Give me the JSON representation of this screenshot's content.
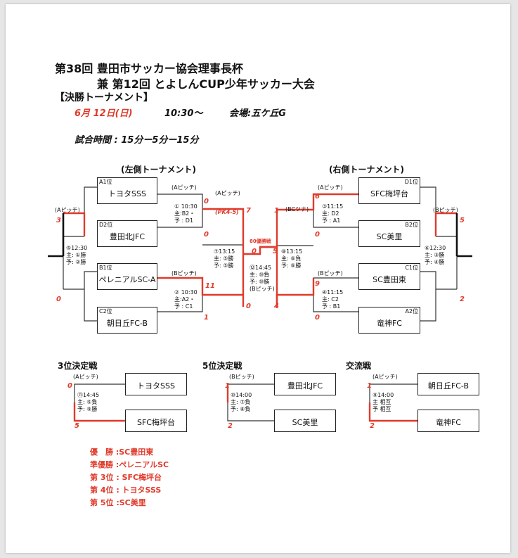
{
  "header": {
    "title_line1": "第38回 豊田市サッカー協会理事長杯",
    "title_line2": "兼 第12回 とよしんCUP少年サッカー大会",
    "section": "【決勝トーナメント】",
    "date": "6月  12日(日)",
    "time": "10:30〜",
    "venue": "会場:五ケ丘G",
    "match_time": "試合時間 : 15分ー5分ー15分"
  },
  "left": {
    "heading": "(左側トーナメント)",
    "teams": [
      {
        "pos": "A1位",
        "name": "トヨタSSS"
      },
      {
        "pos": "D2位",
        "name": "豊田北JFC"
      },
      {
        "pos": "B1位",
        "name": "ペレニアルSC-A"
      },
      {
        "pos": "C2位",
        "name": "朝日丘FC-B"
      }
    ],
    "pitch_1": "(Aピッチ)",
    "pitch_2": "(Aピッチ)",
    "pitch_3": "(Bピッチ)",
    "pitch_side": "(Aピッチ)",
    "m1": [
      "①  10:30",
      "主:B2・",
      "予 : D1"
    ],
    "m2": [
      "②  10:30",
      "主:A2・",
      "予 : C1"
    ],
    "m7": [
      "⑦13:15",
      "主: ⑤勝",
      "予: ⑤勝"
    ],
    "m5": [
      "⑤12:30",
      "主: ①勝",
      "予: ②勝"
    ],
    "pk": "(PK4-5)",
    "scores": [
      "0",
      "7",
      "0",
      "11",
      "1",
      "0",
      "3",
      "0"
    ]
  },
  "right": {
    "heading": "(右側トーナメント)",
    "teams": [
      {
        "pos": "D1位",
        "name": "SFC梅坪台"
      },
      {
        "pos": "B2位",
        "name": "SC美里"
      },
      {
        "pos": "C1位",
        "name": "SC豊田東"
      },
      {
        "pos": "A2位",
        "name": "竜神FC"
      }
    ],
    "pitch_1": "(Aピッチ)",
    "pitch_2": "(BCツナ)",
    "pitch_3": "(Bピッチ)",
    "pitch_side": "(Bピッチ)",
    "m3": [
      "③11:15",
      "主: D2",
      "予 : A1"
    ],
    "m4": [
      "④11:15",
      "主: C2",
      "予 : B1"
    ],
    "m8": [
      "⑧13:15",
      "主: ⑥負",
      "予: ⑥勝"
    ],
    "m6": [
      "⑥12:30",
      "主: ③勝",
      "予: ④勝"
    ],
    "scores": [
      "6",
      "0",
      "9",
      "0",
      "1",
      "4",
      "5",
      "2"
    ]
  },
  "final": {
    "label": "80優勝戦",
    "info": [
      "⑫14:45",
      "主: ⑩負",
      "予: ⑩勝",
      "(Bピッチ)"
    ],
    "score_left": "0",
    "score_right": "5"
  },
  "third": {
    "heading": "3位決定戦",
    "pitch": "(Aピッチ)",
    "info": [
      "⑪14:45",
      "主: ⑤負",
      "予: ⑨勝"
    ],
    "team_top": "トヨタSSS",
    "team_bottom": "SFC梅坪台",
    "score_top": "0",
    "score_bottom": "5"
  },
  "fifth": {
    "heading": "5位決定戦",
    "pitch": "(Bピッチ)",
    "info": [
      "⑩14:00",
      "主: ⑦負",
      "予: ⑧負"
    ],
    "team_top": "豊田北JFC",
    "team_bottom": "SC美里",
    "score_top": "1",
    "score_bottom": "2"
  },
  "exchange": {
    "heading": "交流戦",
    "pitch": "(Aピッチ)",
    "info": [
      "⑨14:00",
      "主 相互",
      "予 相互"
    ],
    "team_top": "朝日丘FC-B",
    "team_bottom": "竜神FC",
    "score_top": "1",
    "score_bottom": "2"
  },
  "results": [
    "優　勝 :SC豊田東",
    "準優勝 :ペレニアルSC",
    "第  3位 :  SFC梅坪台",
    "第  4位 :  トヨタSSS",
    "第  5位 :SC美里"
  ],
  "colors": {
    "winner_line": "#e03a2a",
    "line": "#222222",
    "text_red": "#e03a2a"
  }
}
